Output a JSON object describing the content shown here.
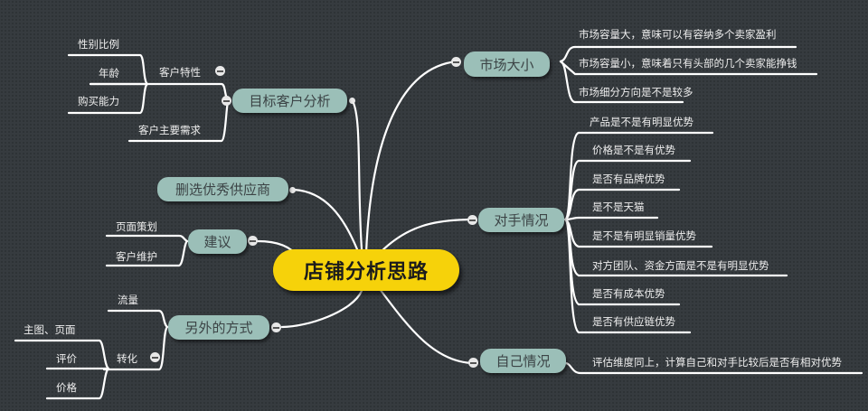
{
  "central": {
    "label": "店铺分析思路"
  },
  "colors": {
    "background": "#363b3f",
    "central_fill": "#f6d20a",
    "topic_fill": "#9bbfb8",
    "line": "#ffffff"
  },
  "left": {
    "target_customer": {
      "label": "目标客户分析",
      "customer_traits": {
        "label": "客户特性",
        "items": [
          "性别比例",
          "年龄",
          "购买能力"
        ]
      },
      "main_needs": "客户主要需求"
    },
    "suppliers": {
      "label": "删选优秀供应商"
    },
    "suggestions": {
      "label": "建议",
      "items": [
        "页面策划",
        "客户维护"
      ]
    },
    "other_methods": {
      "label": "另外的方式",
      "traffic": "流量",
      "conversion": {
        "label": "转化",
        "items": [
          "主图、页面",
          "评价",
          "价格"
        ]
      }
    }
  },
  "right": {
    "market_size": {
      "label": "市场大小",
      "items": [
        "市场容量大，意味可以有容纳多个卖家盈利",
        "市场容量小，意味着只有头部的几个卖家能挣钱",
        "市场细分方向是不是较多"
      ]
    },
    "competitors": {
      "label": "对手情况",
      "items": [
        "产品是不是有明显优势",
        "价格是不是有优势",
        "是否有品牌优势",
        "是不是天猫",
        "是不是有明显销量优势",
        "对方团队、资金方面是不是有明显优势",
        "是否有成本优势",
        "是否有供应链优势"
      ]
    },
    "self": {
      "label": "自己情况",
      "items": [
        "评估维度同上，计算自己和对手比较后是否有相对优势"
      ]
    }
  }
}
